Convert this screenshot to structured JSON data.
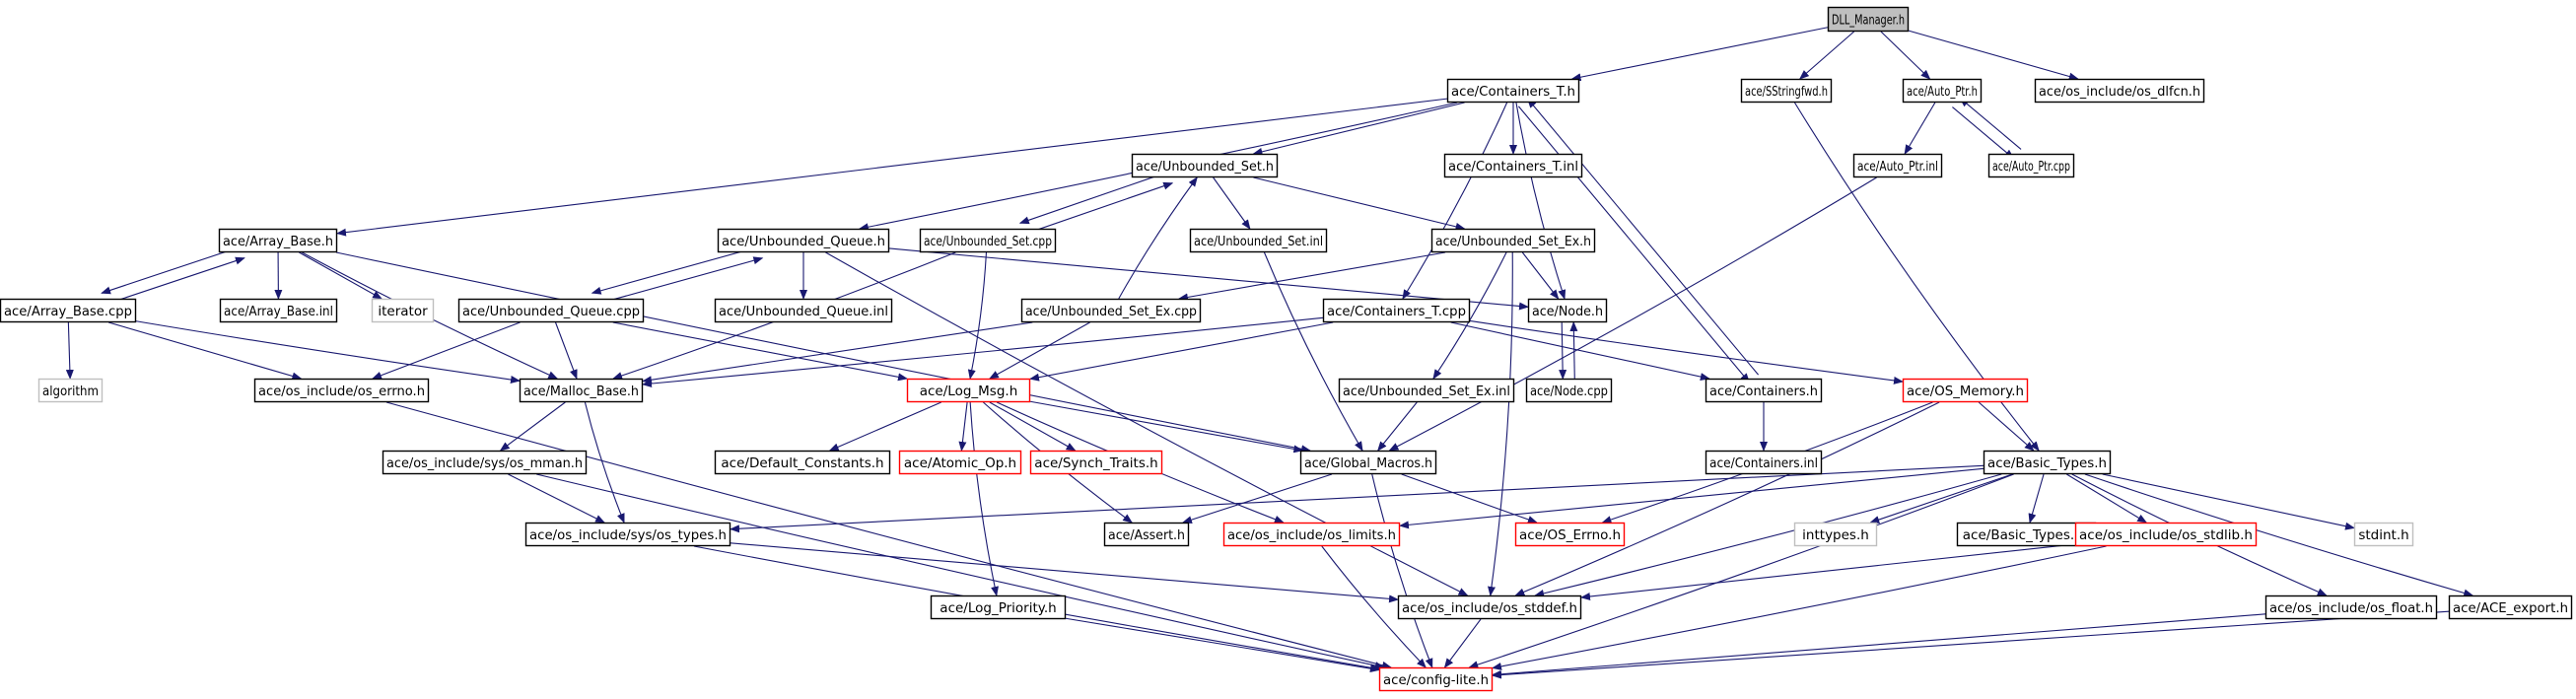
{
  "nodes": [
    {
      "id": "dll",
      "label": "DLL_Manager.h",
      "kind": "focus"
    },
    {
      "id": "containers_t_h",
      "label": "ace/Containers_T.h",
      "kind": "normal"
    },
    {
      "id": "sstringfwd",
      "label": "ace/SStringfwd.h",
      "kind": "normal"
    },
    {
      "id": "auto_ptr_h",
      "label": "ace/Auto_Ptr.h",
      "kind": "normal"
    },
    {
      "id": "os_dlfcn",
      "label": "ace/os_include/os_dlfcn.h",
      "kind": "normal"
    },
    {
      "id": "unbounded_set_h",
      "label": "ace/Unbounded_Set.h",
      "kind": "normal"
    },
    {
      "id": "containers_t_inl",
      "label": "ace/Containers_T.inl",
      "kind": "normal"
    },
    {
      "id": "auto_ptr_inl",
      "label": "ace/Auto_Ptr.inl",
      "kind": "normal"
    },
    {
      "id": "auto_ptr_cpp",
      "label": "ace/Auto_Ptr.cpp",
      "kind": "normal"
    },
    {
      "id": "array_base_h",
      "label": "ace/Array_Base.h",
      "kind": "normal"
    },
    {
      "id": "unbounded_queue_h",
      "label": "ace/Unbounded_Queue.h",
      "kind": "normal"
    },
    {
      "id": "unbounded_set_cpp",
      "label": "ace/Unbounded_Set.cpp",
      "kind": "normal"
    },
    {
      "id": "unbounded_set_inl",
      "label": "ace/Unbounded_Set.inl",
      "kind": "normal"
    },
    {
      "id": "unbounded_set_ex_h",
      "label": "ace/Unbounded_Set_Ex.h",
      "kind": "normal"
    },
    {
      "id": "array_base_cpp",
      "label": "ace/Array_Base.cpp",
      "kind": "normal"
    },
    {
      "id": "array_base_inl",
      "label": "ace/Array_Base.inl",
      "kind": "normal"
    },
    {
      "id": "iterator",
      "label": "iterator",
      "kind": "external"
    },
    {
      "id": "unbounded_queue_cpp",
      "label": "ace/Unbounded_Queue.cpp",
      "kind": "normal"
    },
    {
      "id": "unbounded_queue_inl",
      "label": "ace/Unbounded_Queue.inl",
      "kind": "normal"
    },
    {
      "id": "unbounded_set_ex_cpp",
      "label": "ace/Unbounded_Set_Ex.cpp",
      "kind": "normal"
    },
    {
      "id": "containers_t_cpp",
      "label": "ace/Containers_T.cpp",
      "kind": "normal"
    },
    {
      "id": "node_h",
      "label": "ace/Node.h",
      "kind": "normal"
    },
    {
      "id": "algorithm",
      "label": "algorithm",
      "kind": "external"
    },
    {
      "id": "os_errno",
      "label": "ace/os_include/os_errno.h",
      "kind": "normal"
    },
    {
      "id": "malloc_base",
      "label": "ace/Malloc_Base.h",
      "kind": "normal"
    },
    {
      "id": "log_msg",
      "label": "ace/Log_Msg.h",
      "kind": "truncated"
    },
    {
      "id": "unbounded_set_ex_inl",
      "label": "ace/Unbounded_Set_Ex.inl",
      "kind": "normal"
    },
    {
      "id": "node_cpp",
      "label": "ace/Node.cpp",
      "kind": "normal"
    },
    {
      "id": "containers_h",
      "label": "ace/Containers.h",
      "kind": "normal"
    },
    {
      "id": "os_memory",
      "label": "ace/OS_Memory.h",
      "kind": "truncated"
    },
    {
      "id": "os_mman",
      "label": "ace/os_include/sys/os_mman.h",
      "kind": "normal"
    },
    {
      "id": "default_constants",
      "label": "ace/Default_Constants.h",
      "kind": "normal"
    },
    {
      "id": "atomic_op",
      "label": "ace/Atomic_Op.h",
      "kind": "truncated"
    },
    {
      "id": "synch_traits",
      "label": "ace/Synch_Traits.h",
      "kind": "truncated"
    },
    {
      "id": "global_macros",
      "label": "ace/Global_Macros.h",
      "kind": "normal"
    },
    {
      "id": "containers_inl",
      "label": "ace/Containers.inl",
      "kind": "normal"
    },
    {
      "id": "basic_types_h",
      "label": "ace/Basic_Types.h",
      "kind": "normal"
    },
    {
      "id": "os_types",
      "label": "ace/os_include/sys/os_types.h",
      "kind": "normal"
    },
    {
      "id": "assert_h",
      "label": "ace/Assert.h",
      "kind": "normal"
    },
    {
      "id": "os_limits",
      "label": "ace/os_include/os_limits.h",
      "kind": "truncated"
    },
    {
      "id": "os_errno_h",
      "label": "ace/OS_Errno.h",
      "kind": "truncated"
    },
    {
      "id": "inttypes",
      "label": "inttypes.h",
      "kind": "external"
    },
    {
      "id": "basic_types_inl",
      "label": "ace/Basic_Types.inl",
      "kind": "normal"
    },
    {
      "id": "os_stdlib",
      "label": "ace/os_include/os_stdlib.h",
      "kind": "truncated"
    },
    {
      "id": "stdint",
      "label": "stdint.h",
      "kind": "external"
    },
    {
      "id": "log_priority",
      "label": "ace/Log_Priority.h",
      "kind": "normal"
    },
    {
      "id": "os_stddef",
      "label": "ace/os_include/os_stddef.h",
      "kind": "normal"
    },
    {
      "id": "os_float",
      "label": "ace/os_include/os_float.h",
      "kind": "normal"
    },
    {
      "id": "ace_export",
      "label": "ace/ACE_export.h",
      "kind": "normal"
    },
    {
      "id": "config_lite",
      "label": "ace/config-lite.h",
      "kind": "truncated"
    }
  ],
  "edges": [
    [
      "dll",
      "containers_t_h"
    ],
    [
      "dll",
      "sstringfwd"
    ],
    [
      "dll",
      "auto_ptr_h"
    ],
    [
      "dll",
      "os_dlfcn"
    ],
    [
      "containers_t_h",
      "unbounded_set_h"
    ],
    [
      "containers_t_h",
      "containers_t_inl"
    ],
    [
      "containers_t_h",
      "array_base_h"
    ],
    [
      "containers_t_h",
      "unbounded_queue_h"
    ],
    [
      "containers_t_h",
      "containers_t_cpp"
    ],
    [
      "containers_t_h",
      "node_h"
    ],
    [
      "containers_t_h",
      "containers_h"
    ],
    [
      "sstringfwd",
      "basic_types_h"
    ],
    [
      "auto_ptr_h",
      "auto_ptr_inl"
    ],
    [
      "auto_ptr_h",
      "auto_ptr_cpp"
    ],
    [
      "auto_ptr_cpp",
      "auto_ptr_h"
    ],
    [
      "auto_ptr_inl",
      "global_macros"
    ],
    [
      "unbounded_set_h",
      "unbounded_set_cpp"
    ],
    [
      "unbounded_set_h",
      "unbounded_set_inl"
    ],
    [
      "unbounded_set_h",
      "unbounded_set_ex_h"
    ],
    [
      "unbounded_set_cpp",
      "unbounded_set_h"
    ],
    [
      "unbounded_set_cpp",
      "malloc_base"
    ],
    [
      "unbounded_set_cpp",
      "log_msg"
    ],
    [
      "unbounded_set_inl",
      "global_macros"
    ],
    [
      "unbounded_set_ex_h",
      "unbounded_set_ex_cpp"
    ],
    [
      "unbounded_set_ex_h",
      "node_h"
    ],
    [
      "unbounded_set_ex_h",
      "unbounded_set_ex_inl"
    ],
    [
      "unbounded_set_ex_h",
      "os_stddef"
    ],
    [
      "unbounded_set_ex_cpp",
      "unbounded_set_h"
    ],
    [
      "unbounded_set_ex_cpp",
      "malloc_base"
    ],
    [
      "unbounded_set_ex_cpp",
      "log_msg"
    ],
    [
      "unbounded_set_ex_inl",
      "global_macros"
    ],
    [
      "array_base_h",
      "array_base_cpp"
    ],
    [
      "array_base_h",
      "array_base_inl"
    ],
    [
      "array_base_h",
      "iterator"
    ],
    [
      "array_base_h",
      "malloc_base"
    ],
    [
      "array_base_h",
      "global_macros"
    ],
    [
      "array_base_cpp",
      "array_base_h"
    ],
    [
      "array_base_cpp",
      "algorithm"
    ],
    [
      "array_base_cpp",
      "os_errno"
    ],
    [
      "array_base_cpp",
      "malloc_base"
    ],
    [
      "unbounded_queue_h",
      "unbounded_queue_cpp"
    ],
    [
      "unbounded_queue_h",
      "unbounded_queue_inl"
    ],
    [
      "unbounded_queue_h",
      "node_h"
    ],
    [
      "unbounded_queue_h",
      "os_stddef"
    ],
    [
      "unbounded_queue_cpp",
      "unbounded_queue_h"
    ],
    [
      "unbounded_queue_cpp",
      "os_errno"
    ],
    [
      "unbounded_queue_cpp",
      "malloc_base"
    ],
    [
      "unbounded_queue_cpp",
      "log_msg"
    ],
    [
      "containers_t_cpp",
      "log_msg"
    ],
    [
      "containers_t_cpp",
      "malloc_base"
    ],
    [
      "containers_t_cpp",
      "containers_h"
    ],
    [
      "containers_t_cpp",
      "os_memory"
    ],
    [
      "containers_h",
      "containers_t_h"
    ],
    [
      "containers_h",
      "containers_inl"
    ],
    [
      "node_h",
      "node_cpp"
    ],
    [
      "node_cpp",
      "node_h"
    ],
    [
      "os_errno",
      "config_lite"
    ],
    [
      "malloc_base",
      "os_mman"
    ],
    [
      "malloc_base",
      "os_types"
    ],
    [
      "os_mman",
      "os_types"
    ],
    [
      "os_mman",
      "config_lite"
    ],
    [
      "os_types",
      "os_stddef"
    ],
    [
      "os_types",
      "config_lite"
    ],
    [
      "log_msg",
      "default_constants"
    ],
    [
      "log_msg",
      "atomic_op"
    ],
    [
      "log_msg",
      "synch_traits"
    ],
    [
      "log_msg",
      "global_macros"
    ],
    [
      "log_msg",
      "assert_h"
    ],
    [
      "log_msg",
      "os_limits"
    ],
    [
      "log_msg",
      "log_priority"
    ],
    [
      "global_macros",
      "assert_h"
    ],
    [
      "global_macros",
      "os_errno_h"
    ],
    [
      "global_macros",
      "config_lite"
    ],
    [
      "os_memory",
      "basic_types_h"
    ],
    [
      "os_memory",
      "os_errno_h"
    ],
    [
      "os_memory",
      "os_stddef"
    ],
    [
      "basic_types_h",
      "os_types"
    ],
    [
      "basic_types_h",
      "os_limits"
    ],
    [
      "basic_types_h",
      "inttypes"
    ],
    [
      "basic_types_h",
      "basic_types_inl"
    ],
    [
      "basic_types_h",
      "os_stdlib"
    ],
    [
      "basic_types_h",
      "stdint"
    ],
    [
      "basic_types_h",
      "os_float"
    ],
    [
      "basic_types_h",
      "ace_export"
    ],
    [
      "basic_types_h",
      "os_stddef"
    ],
    [
      "basic_types_h",
      "config_lite"
    ],
    [
      "os_limits",
      "config_lite"
    ],
    [
      "os_stdlib",
      "os_stddef"
    ],
    [
      "os_stdlib",
      "config_lite"
    ],
    [
      "log_priority",
      "config_lite"
    ],
    [
      "os_stddef",
      "config_lite"
    ],
    [
      "os_float",
      "config_lite"
    ],
    [
      "ace_export",
      "config_lite"
    ]
  ],
  "colors": {
    "edge": "#191970",
    "node_border": "#000000",
    "truncated_border": "#ff0000",
    "external_border": "#bfbfbf",
    "focus_fill": "#bfbfbf",
    "node_fill": "#ffffff"
  }
}
